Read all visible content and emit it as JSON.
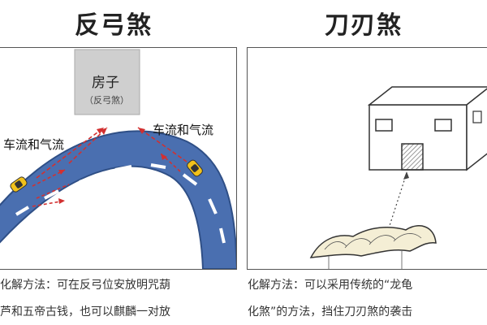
{
  "left_panel": {
    "title": "反弓煞",
    "house_label": "房子",
    "house_sublabel": "（反弓煞）",
    "flow_label_left": "车流和气流",
    "flow_label_right": "车流和气流",
    "caption_line1": "化解方法：可在反弓位安放明咒葫",
    "caption_line2": "芦和五帝古钱，也可以麒麟一对放"
  },
  "right_panel": {
    "title": "刀刃煞",
    "caption_line1": "化解方法：可以采用传统的“龙龟",
    "caption_line2": "化煞”的方法，挡住刀刃煞的袭击"
  },
  "colors": {
    "road": "#4a6fb0",
    "road_edge": "#2f4f86",
    "lane_marking": "#ffffff",
    "house_box": "#cfcfcf",
    "car": "#f2c21a",
    "arrow": "#d23030",
    "window": "#ffffff",
    "door_hatch": "#8a8a8a"
  }
}
